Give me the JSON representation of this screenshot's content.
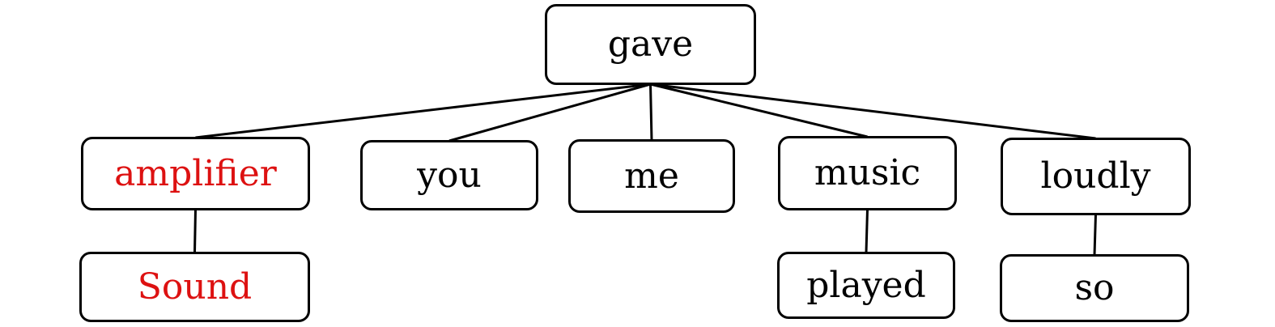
{
  "colors": {
    "default_text": "#000000",
    "highlight_text": "#dd1111",
    "border": "#000000",
    "edge": "#000000"
  },
  "tree": {
    "root": {
      "id": "gave",
      "label": "gave",
      "highlight": false
    },
    "nodes": [
      {
        "id": "amplifier",
        "label": "amplifier",
        "highlight": true,
        "parent": "gave"
      },
      {
        "id": "you",
        "label": "you",
        "highlight": false,
        "parent": "gave"
      },
      {
        "id": "me",
        "label": "me",
        "highlight": false,
        "parent": "gave"
      },
      {
        "id": "music",
        "label": "music",
        "highlight": false,
        "parent": "gave"
      },
      {
        "id": "loudly",
        "label": "loudly",
        "highlight": false,
        "parent": "gave"
      },
      {
        "id": "sound",
        "label": "Sound",
        "highlight": true,
        "parent": "amplifier"
      },
      {
        "id": "played",
        "label": "played",
        "highlight": false,
        "parent": "music"
      },
      {
        "id": "so",
        "label": "so",
        "highlight": false,
        "parent": "loudly"
      }
    ]
  }
}
